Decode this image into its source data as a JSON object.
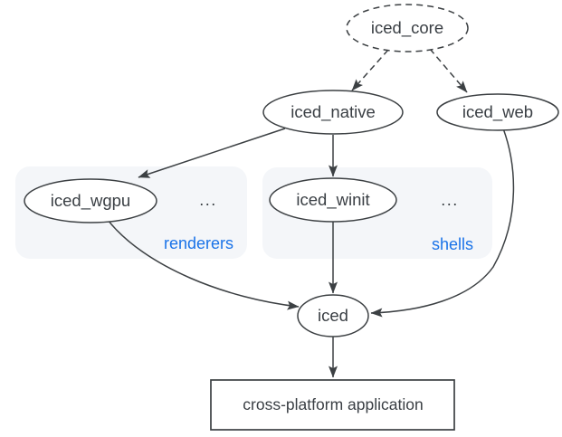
{
  "colors": {
    "background": "#ffffff",
    "node_stroke": "#3c4043",
    "node_fill": "#ffffff",
    "edge_stroke": "#3c4043",
    "label_text": "#3a3f44",
    "group_box_fill": "#f4f6f9",
    "group_label_blue": "#1a73e8"
  },
  "nodes": {
    "iced_core": {
      "label": "iced_core",
      "shape": "ellipse",
      "border": "dashed"
    },
    "iced_native": {
      "label": "iced_native",
      "shape": "ellipse",
      "border": "solid"
    },
    "iced_web": {
      "label": "iced_web",
      "shape": "ellipse",
      "border": "solid"
    },
    "iced_wgpu": {
      "label": "iced_wgpu",
      "shape": "ellipse",
      "border": "solid"
    },
    "iced_winit": {
      "label": "iced_winit",
      "shape": "ellipse",
      "border": "solid"
    },
    "iced": {
      "label": "iced",
      "shape": "ellipse",
      "border": "solid"
    },
    "app": {
      "label": "cross-platform application",
      "shape": "rectangle",
      "border": "solid"
    }
  },
  "groups": {
    "renderers": {
      "label": "renderers",
      "ellipsis": "...",
      "contains": [
        "iced_wgpu"
      ]
    },
    "shells": {
      "label": "shells",
      "ellipsis": "...",
      "contains": [
        "iced_winit"
      ]
    }
  },
  "edges": [
    {
      "from": "iced_core",
      "to": "iced_native",
      "style": "dashed"
    },
    {
      "from": "iced_core",
      "to": "iced_web",
      "style": "dashed"
    },
    {
      "from": "iced_native",
      "to": "iced_wgpu",
      "style": "solid"
    },
    {
      "from": "iced_native",
      "to": "iced_winit",
      "style": "solid"
    },
    {
      "from": "iced_wgpu",
      "to": "iced",
      "style": "solid"
    },
    {
      "from": "iced_winit",
      "to": "iced",
      "style": "solid"
    },
    {
      "from": "iced_web",
      "to": "iced",
      "style": "solid"
    },
    {
      "from": "iced",
      "to": "app",
      "style": "solid"
    }
  ]
}
